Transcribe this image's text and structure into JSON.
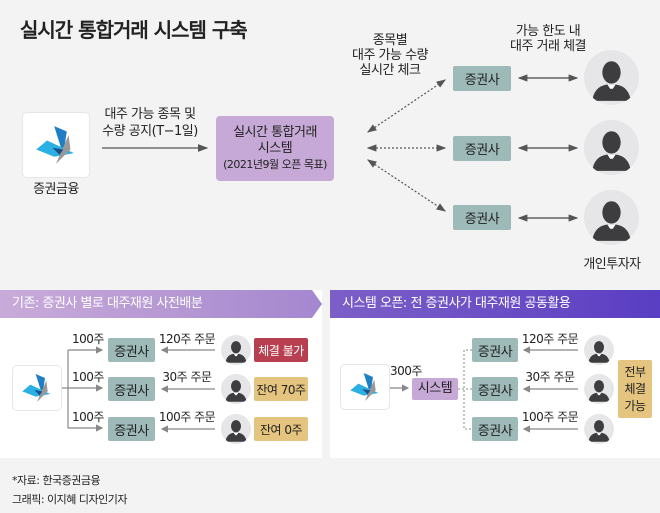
{
  "title": "실시간 통합거래 시스템 구축",
  "top": {
    "source_label": "증권금융",
    "notice_line1": "대주 가능 종목 및",
    "notice_line2": "수량 공지(T−1일)",
    "system_line1": "실시간 통합거래",
    "system_line2": "시스템",
    "system_line3": "(2021년9월 오픈 목표)",
    "check_line1": "종목별",
    "check_line2": "대주 가능 수량",
    "check_line3": "실시간 체크",
    "trade_line1": "가능 한도 내",
    "trade_line2": "대주 거래 체결",
    "broker": "증권사",
    "investor_label": "개인투자자"
  },
  "before": {
    "header": "기존: 증권사 별로 대주재원 사전배분",
    "rows": [
      {
        "alloc": "100주",
        "broker": "증권사",
        "order": "120주 주문",
        "result": "체결 불가",
        "color": "#b73f50"
      },
      {
        "alloc": "100주",
        "broker": "증권사",
        "order": "30주 주문",
        "result": "잔여 70주",
        "color": "#e4c47e"
      },
      {
        "alloc": "100주",
        "broker": "증권사",
        "order": "100주 주문",
        "result": "잔여 0주",
        "color": "#e4c47e"
      }
    ]
  },
  "after": {
    "header": "시스템 오픈: 전 증권사가 대주재원 공동활용",
    "alloc": "300주",
    "system": "시스템",
    "rows": [
      {
        "broker": "증권사",
        "order": "120주 주문"
      },
      {
        "broker": "증권사",
        "order": "30주 주문"
      },
      {
        "broker": "증권사",
        "order": "100주 주문"
      }
    ],
    "result_line1": "전부",
    "result_line2": "체결",
    "result_line3": "가능"
  },
  "footer": {
    "source": "*자료: 한국증권금융",
    "credit": "그래픽: 이지혜 디자인기자"
  }
}
